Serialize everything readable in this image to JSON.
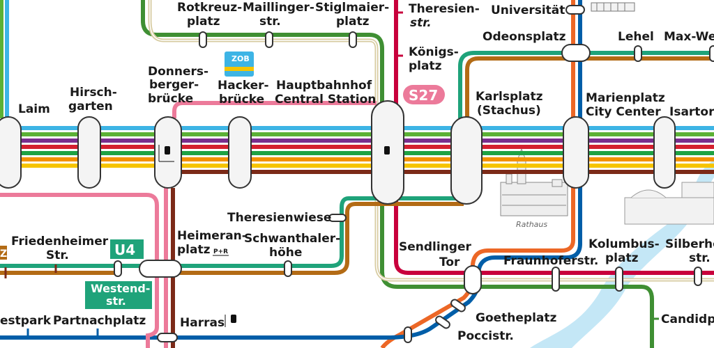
{
  "stations": {
    "laim": [
      "Laim"
    ],
    "hirschgarten": [
      "Hirsch-",
      "garten"
    ],
    "donnersbergerbruecke": [
      "Donners-",
      "berger-",
      "brücke"
    ],
    "hackerbruecke": [
      "Hacker-",
      "brücke"
    ],
    "hauptbahnhof": [
      "Hauptbahnhof",
      "Central Station"
    ],
    "karlsplatz": [
      "Karlsplatz",
      "(Stachus)"
    ],
    "marienplatz": [
      "Marienplatz",
      "City Center"
    ],
    "isartor": [
      "Isartor"
    ],
    "rotkreuzplatz": [
      "Rotkreuz-",
      "platz"
    ],
    "maillingerstr": [
      "Maillinger-",
      "str."
    ],
    "stiglmaierplatz": [
      "Stiglmaier-",
      "platz"
    ],
    "theresienstr": [
      "Theresien-",
      "str."
    ],
    "koenigsplatz": [
      "Königs-",
      "platz"
    ],
    "universitaet": [
      "Universität"
    ],
    "odeonsplatz": [
      "Odeonsplatz"
    ],
    "lehel": [
      "Lehel"
    ],
    "maxweber": [
      "Max-Wer"
    ],
    "theresienwiese": [
      "Theresienwiese"
    ],
    "heimeranplatz": [
      "Heimeran-",
      "platz"
    ],
    "schwanthalerhoehe": [
      "Schwanthaler-",
      "höhe"
    ],
    "friedenheimer": [
      "Friedenheimer",
      "Str."
    ],
    "westendstr": [
      "Westend-",
      "str."
    ],
    "westpark": [
      "estpark"
    ],
    "partnachplatz": [
      "Partnachplatz"
    ],
    "harras": [
      "Harras"
    ],
    "sendlingertor": [
      "Sendlinger",
      "Tor"
    ],
    "fraunhoferstr": [
      "Fraunhoferstr."
    ],
    "kolumbusplatz": [
      "Kolumbus-",
      "platz"
    ],
    "silberhorn": [
      "Silberhor",
      "str."
    ],
    "goetheplatz": [
      "Goetheplatz"
    ],
    "poccistr": [
      "Poccistr."
    ],
    "candidplatz": [
      "Candidp"
    ]
  },
  "badges": {
    "s27": "S27",
    "u4": "U4",
    "zob": "ZOB",
    "z": "Z",
    "pr": "P+R"
  },
  "landmarks": {
    "rathaus": "Rathaus",
    "river": "Isar"
  },
  "colors": {
    "s_light_blue": "#3db4e5",
    "s_green": "#5bb135",
    "s_purple": "#7a2e8e",
    "s_red": "#d4202f",
    "s_green2": "#1fa243",
    "s_orange": "#f39200",
    "s_yellow": "#f6c400",
    "s_brown": "#7c2a18",
    "u1_green": "#3f8f33",
    "u2_red": "#c8003c",
    "u3_orange": "#ec6726",
    "u6_blue": "#005ea8",
    "u4_teal": "#1fa37a",
    "u5_brown": "#b36b15",
    "u7_grey_tram": "#d7cba0",
    "u_pink": "#ec7a9a",
    "river": "#bfe6f7"
  }
}
